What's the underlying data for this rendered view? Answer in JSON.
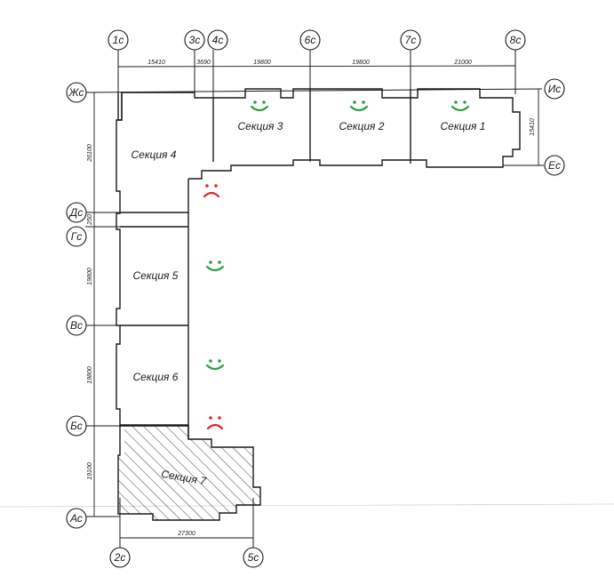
{
  "axes": {
    "top": [
      "1с",
      "3с",
      "4с",
      "6с",
      "7с",
      "8с"
    ],
    "bottom": [
      "2с",
      "5с"
    ],
    "left": [
      "Жс",
      "Дс",
      "Гс",
      "Вс",
      "Бс",
      "Ас"
    ],
    "right": [
      "Ис",
      "Ес"
    ]
  },
  "dimensions": {
    "top": [
      "15410",
      "3690",
      "19800",
      "19800",
      "21000"
    ],
    "left": [
      "26100",
      "250",
      "19800",
      "19800",
      "19100"
    ],
    "right": [
      "15410"
    ],
    "bottom": [
      "27300"
    ]
  },
  "sections": [
    {
      "label": "Секция 1",
      "status": "happy",
      "hatched": false
    },
    {
      "label": "Секция 2",
      "status": "happy",
      "hatched": false
    },
    {
      "label": "Секция 3",
      "status": "happy",
      "hatched": false
    },
    {
      "label": "Секция 4",
      "status": "sad",
      "hatched": false
    },
    {
      "label": "Секция 5",
      "status": "happy",
      "hatched": false
    },
    {
      "label": "Секция 6",
      "status": "happy",
      "hatched": false
    },
    {
      "label": "Секция 7",
      "status": "sad",
      "hatched": true
    }
  ],
  "colors": {
    "line": "#1a1a1a",
    "happy": "#2ea043",
    "sad": "#e02424",
    "hatch": "#444444",
    "background": "#ffffff"
  }
}
